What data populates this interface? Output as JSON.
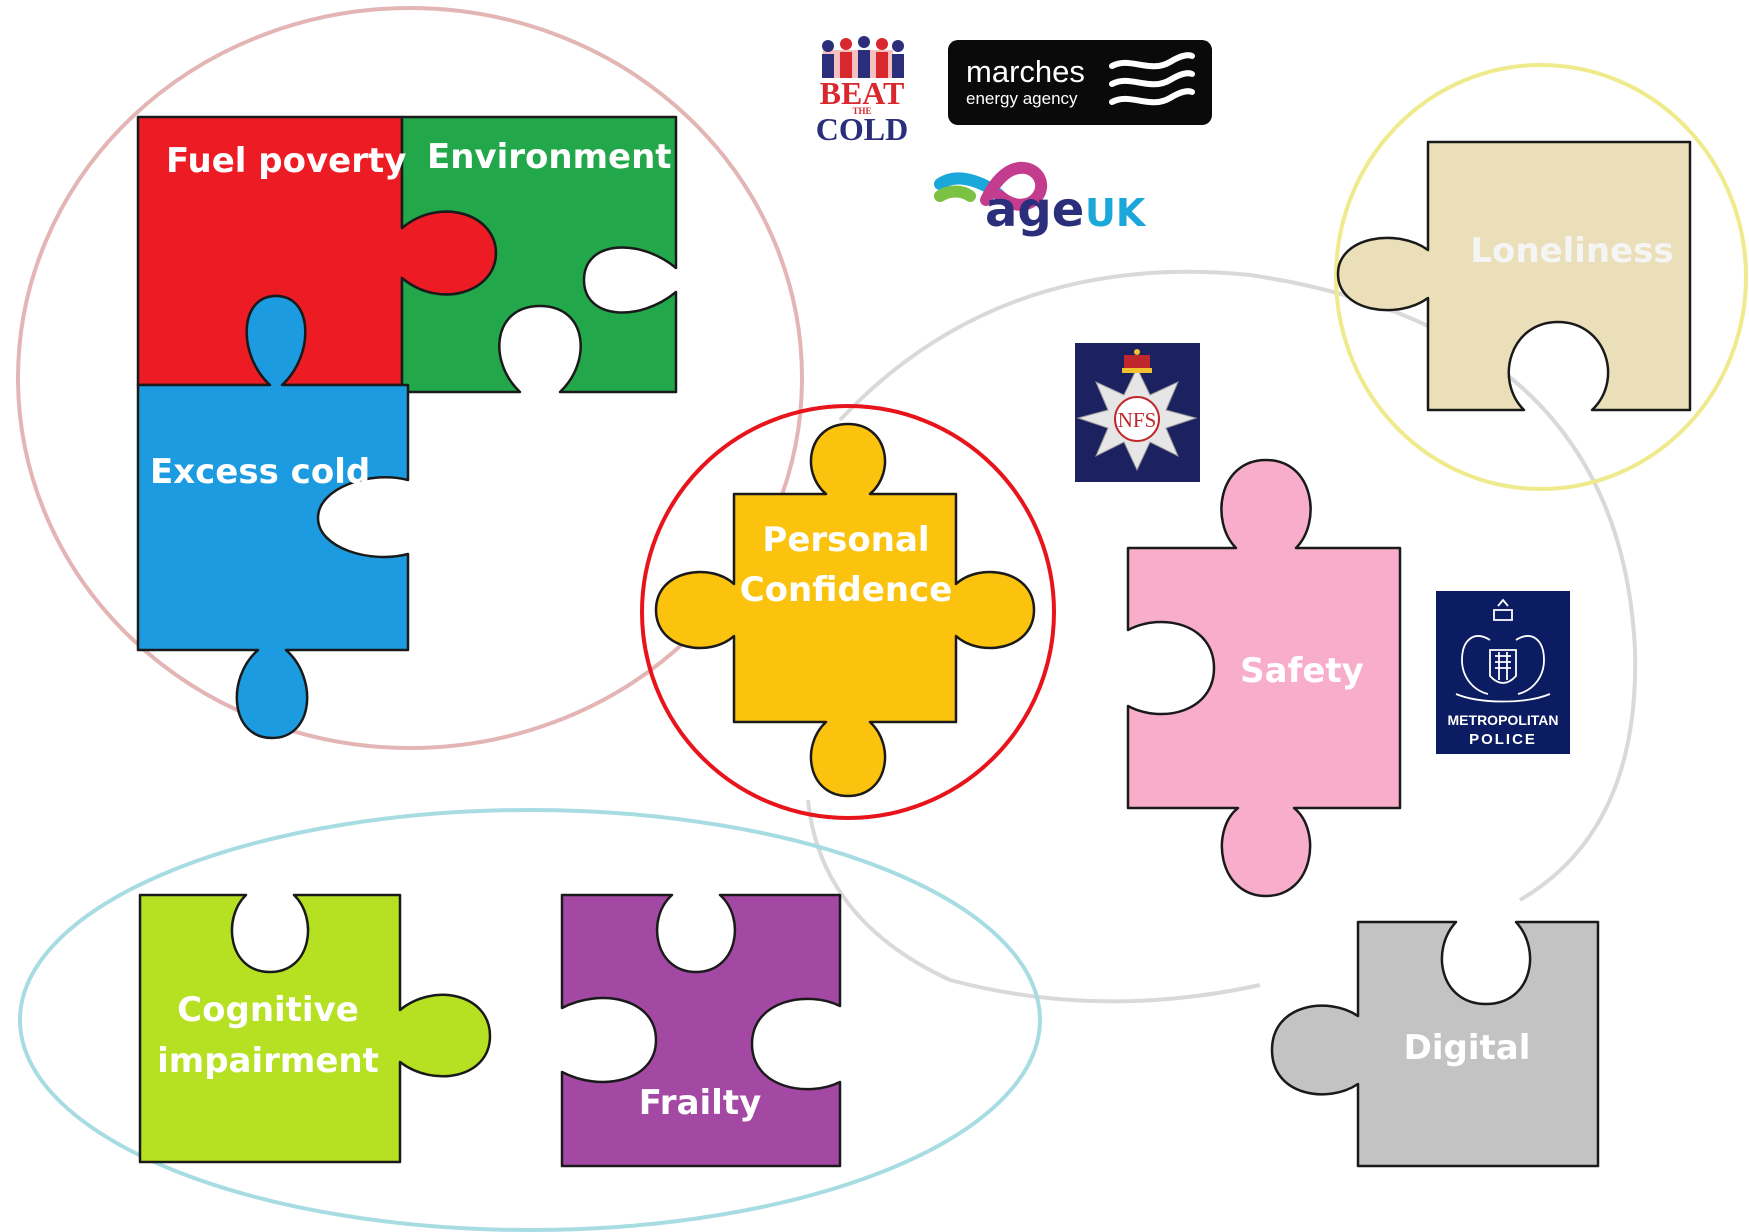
{
  "pieces": {
    "fuel_poverty": {
      "label": "Fuel poverty",
      "color": "#ED1C24"
    },
    "environment": {
      "label": "Environment",
      "color": "#22A84A"
    },
    "excess_cold": {
      "label": "Excess cold",
      "color": "#1C9BE0"
    },
    "personal_confidence": {
      "line1": "Personal",
      "line2": "Confidence",
      "color": "#FBC30D"
    },
    "loneliness": {
      "label": "Loneliness",
      "color": "#EADFB8"
    },
    "safety": {
      "label": "Safety",
      "color": "#F8AECB"
    },
    "cognitive_impairment": {
      "line1": "Cognitive",
      "line2": "impairment",
      "color": "#B5E122"
    },
    "frailty": {
      "label": "Frailty",
      "color": "#A349A4"
    },
    "digital": {
      "label": "Digital",
      "color": "#C3C3C3"
    }
  },
  "groups": {
    "housing_circle_color": "#E3B5B5",
    "confidence_circle_color": "#E8141B",
    "loneliness_circle_color": "#EFEA8C",
    "health_ellipse_color": "#A8DCE3",
    "community_ellipse_color": "#D9D9D9"
  },
  "logos": {
    "beat_the_cold": {
      "beat": "BEAT",
      "the": "THE",
      "cold": "COLD"
    },
    "marches": {
      "name": "marches",
      "sub": "energy agency"
    },
    "age_uk": {
      "age": "age",
      "uk": "UK"
    },
    "nfs": {
      "text": "NFS"
    },
    "met_police": {
      "line1": "METROPOLITAN",
      "line2": "POLICE"
    }
  }
}
